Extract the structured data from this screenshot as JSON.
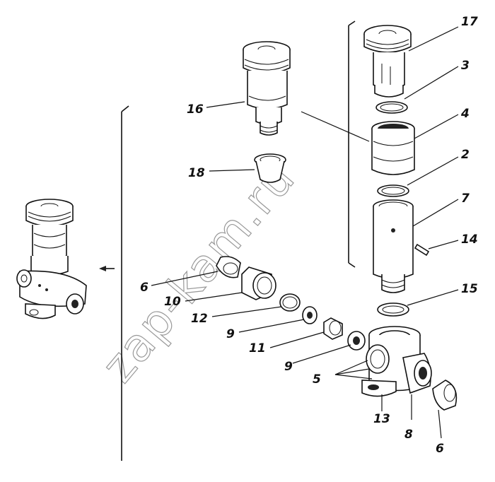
{
  "diagram": {
    "watermark": "zap-kam.ru",
    "part_labels": [
      "17",
      "3",
      "4",
      "2",
      "7",
      "14",
      "15",
      "16",
      "18",
      "6",
      "10",
      "12",
      "9",
      "11",
      "9",
      "5",
      "13",
      "8",
      "6"
    ]
  }
}
